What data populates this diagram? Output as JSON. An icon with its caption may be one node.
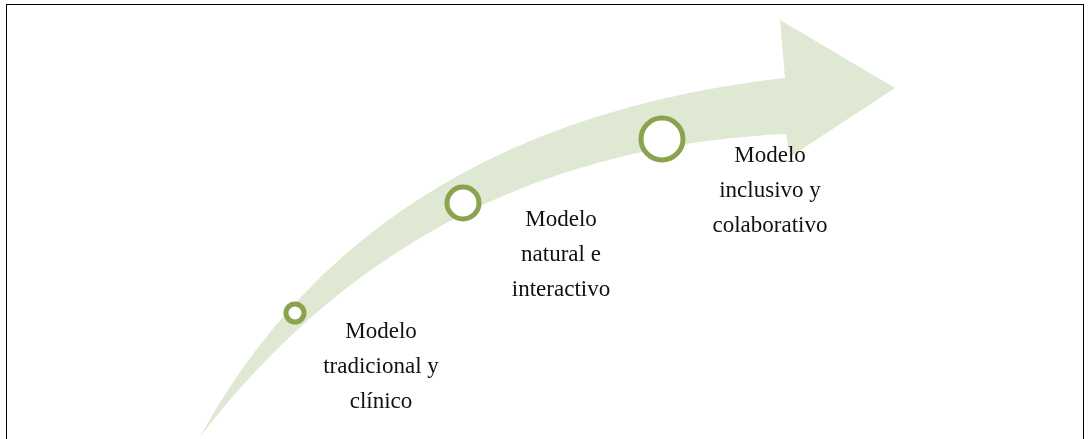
{
  "diagram": {
    "nodes": [
      {
        "text": [],
        "shape": "circle",
        "beside": [
          "Modelo tradicional y clínico"
        ]
      },
      {
        "text": [],
        "shape": "circle",
        "beside": [
          "Modelo natural e interactivo"
        ]
      },
      {
        "text": [],
        "shape": "circle",
        "beside": [
          "Modelo inclusivo y colaborativo"
        ]
      }
    ]
  }
}
